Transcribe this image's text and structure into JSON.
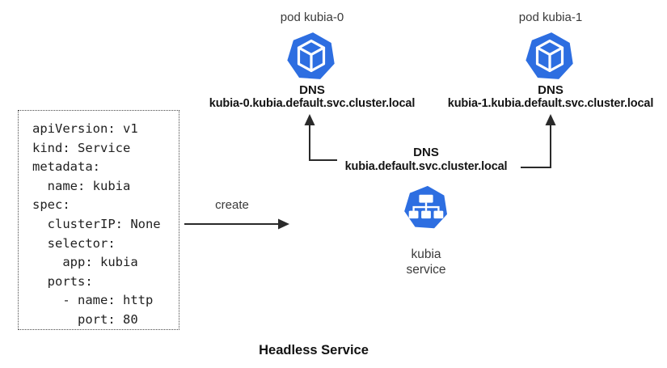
{
  "diagram": {
    "title": "Headless Service",
    "create_label": "create",
    "yaml_code": "apiVersion: v1\nkind: Service\nmetadata:\n  name: kubia\nspec:\n  clusterIP: None\n  selector:\n    app: kubia\n  ports:\n    - name: http\n      port: 80",
    "pods": [
      {
        "label": "pod kubia-0",
        "dns_title": "DNS",
        "dns": "kubia-0.kubia.default.svc.cluster.local"
      },
      {
        "label": "pod kubia-1",
        "dns_title": "DNS",
        "dns": "kubia-1.kubia.default.svc.cluster.local"
      }
    ],
    "service": {
      "dns_title": "DNS",
      "dns": "kubia.default.svc.cluster.local",
      "label": "kubia\nservice"
    },
    "colors": {
      "icon_blue": "#2d6ee1",
      "line": "#2a2a2a",
      "text_dark": "#141414"
    }
  }
}
